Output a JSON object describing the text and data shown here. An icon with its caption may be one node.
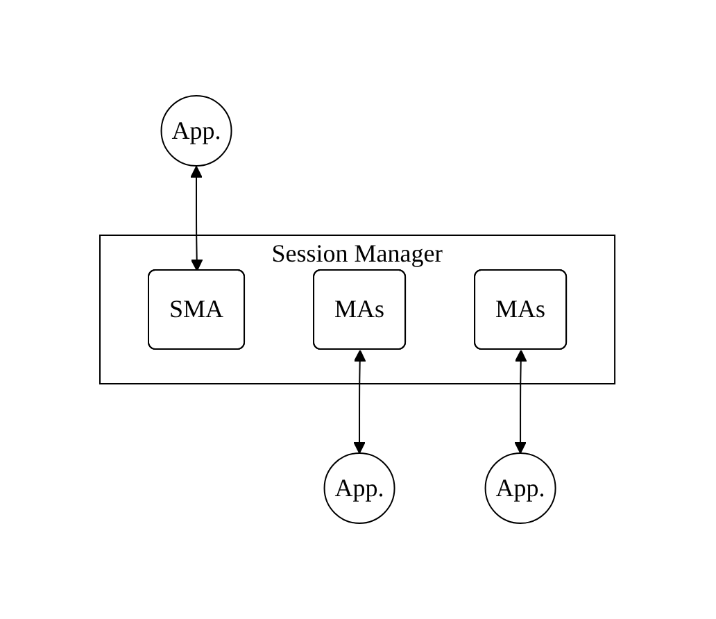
{
  "diagram": {
    "nodes": [
      {
        "text": [
          "App."
        ]
      },
      {
        "text": [
          "Session Manager"
        ]
      },
      {
        "text": [
          "SMA"
        ],
        "in": 1
      },
      {
        "text": [
          "MAs"
        ],
        "in": 1
      },
      {
        "text": [
          "MAs"
        ],
        "in": 1
      },
      {
        "text": [
          "App."
        ]
      },
      {
        "text": [
          "App."
        ]
      }
    ],
    "edges": [
      {
        "from": 0,
        "to": 2,
        "arrow": "both"
      },
      {
        "from": 3,
        "to": 5,
        "arrow": "both"
      },
      {
        "from": 4,
        "to": 6,
        "arrow": "both"
      }
    ]
  }
}
